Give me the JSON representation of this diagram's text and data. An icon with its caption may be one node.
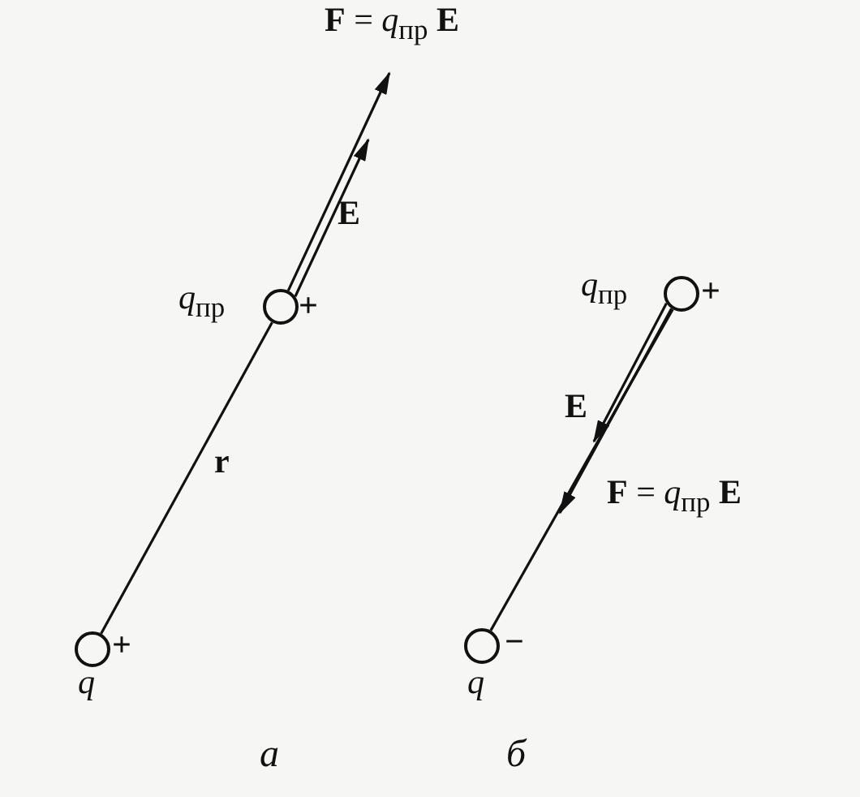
{
  "diagram": {
    "nodes": [
      {
        "text": [],
        "shape": "circle",
        "beside": [
          "+",
          "q"
        ]
      },
      {
        "text": [],
        "shape": "circle",
        "beside": [
          "*q*$_{пр}$",
          "+"
        ]
      },
      {
        "text": [],
        "shape": "circle",
        "beside": [
          "*q*$_{пр}$",
          "+"
        ]
      },
      {
        "text": [],
        "shape": "circle",
        "beside": [
          "−",
          "q"
        ]
      }
    ],
    "edges": [
      {
        "from": 0,
        "to": 1,
        "arrow": "none",
        "label": "r"
      },
      {
        "from": 1,
        "to": null,
        "arrow": "to",
        "label": "**F** = *q*$_{пр}$ **E**"
      },
      {
        "from": 1,
        "to": null,
        "arrow": "to",
        "label": "E"
      },
      {
        "from": 3,
        "to": 2,
        "arrow": "none"
      },
      {
        "from": 2,
        "to": null,
        "arrow": "to",
        "label": "E"
      },
      {
        "from": 2,
        "to": null,
        "arrow": "to",
        "label": "**F** = *q*$_{пр}$ **E**"
      }
    ],
    "labels": [
      "а",
      "б"
    ]
  }
}
